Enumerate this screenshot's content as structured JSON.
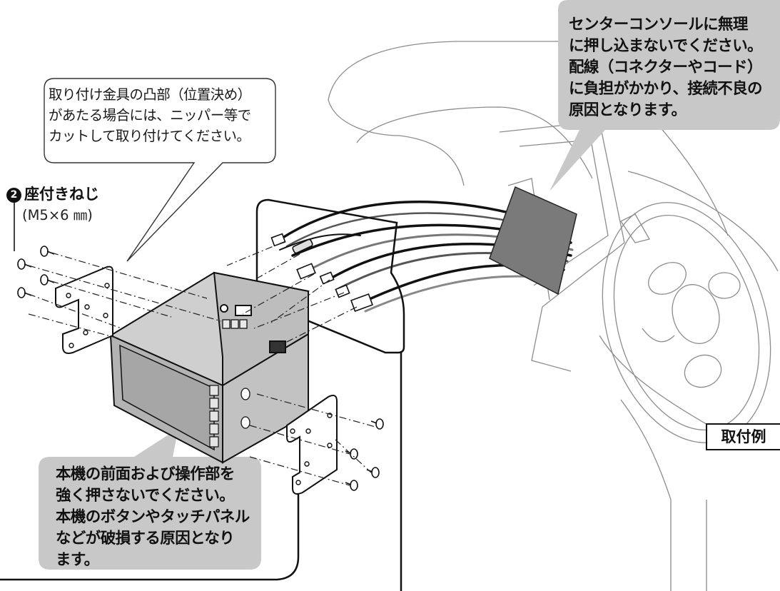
{
  "notes": {
    "bracket_note": {
      "lines": [
        "取り付け金具の凸部（位置決め）",
        "があたる場合には、ニッパー等で",
        "カットして取り付けてください。"
      ]
    },
    "console_note": {
      "lines": [
        "センターコンソールに無理",
        "に押し込まないでください。",
        "配線（コネクターやコード）",
        "に負担がかかり、接続不良の",
        "原因となります。"
      ]
    },
    "front_panel_note": {
      "lines": [
        "本機の前面および操作部を",
        "強く押さないでください。",
        "本機のボタンやタッチパネル",
        "などが破損する原因となり",
        "ます。"
      ]
    }
  },
  "part": {
    "number": "2",
    "name": "座付きねじ",
    "spec": "(M5×6 ㎜)"
  },
  "example_label": "取付例",
  "colors": {
    "callout_fill": "#c8c8c8",
    "unit_body": "#cfcfcf",
    "unit_front": "#a9a9a9",
    "line": "#111111"
  }
}
